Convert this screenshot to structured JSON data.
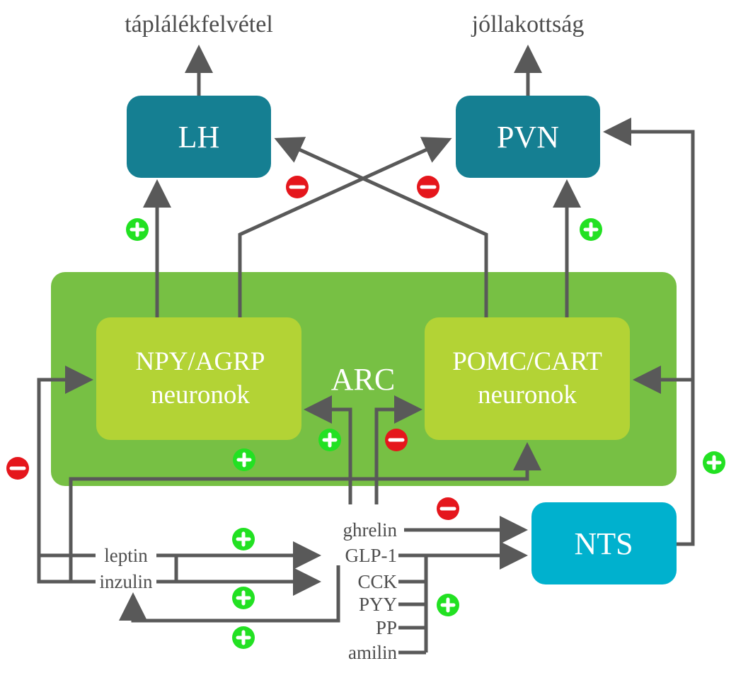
{
  "outputs": {
    "feeding": "táplálékfelvétel",
    "satiety": "jóllakottság"
  },
  "nodes": {
    "lh": "LH",
    "pvn": "PVN",
    "arc": "ARC",
    "npy": {
      "line1": "NPY/AGRP",
      "line2": "neuronok"
    },
    "pomc": {
      "line1": "POMC/CART",
      "line2": "neuronok"
    },
    "nts": "NTS"
  },
  "signals": {
    "leptin": "leptin",
    "inzulin": "inzulin",
    "ghrelin": "ghrelin",
    "glp1": "GLP-1",
    "cck": "CCK",
    "pyy": "PYY",
    "pp": "PP",
    "amilin": "amilin"
  },
  "colors": {
    "hypothalamus_box": "#157f92",
    "arc_region": "#77c044",
    "neuron_box": "#b3d335",
    "nts_box": "#00b1ce",
    "arrow": "#595959",
    "plus": "#22e122",
    "minus": "#e5161c"
  },
  "icons": {
    "plus": "plus-circle-icon",
    "minus": "minus-circle-icon"
  }
}
